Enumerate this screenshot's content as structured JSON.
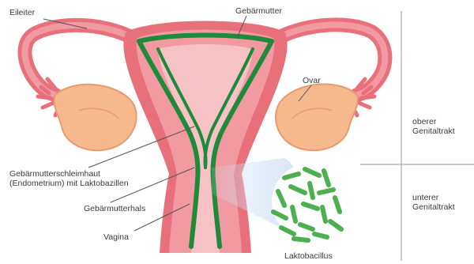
{
  "labels": {
    "fallopian_tube": "Eileiter",
    "uterus": "Gebärmutter",
    "ovary": "Ovar",
    "endometrium_line1": "Gebärmutterschleimhaut",
    "endometrium_line2": "(Endometrium) mit Laktobazillen",
    "cervix": "Gebärmutterhals",
    "vagina": "Vagina",
    "lactobacillus": "Laktobacillus",
    "upper_tract_line1": "oberer",
    "upper_tract_line2": "Genitaltrakt",
    "lower_tract_line1": "unterer",
    "lower_tract_line2": "Genitaltrakt"
  },
  "colors": {
    "tissue_outer": "#e8707a",
    "tissue_mid": "#f29aa2",
    "tissue_inner": "#f7c2c5",
    "ovary": "#f6b98e",
    "endometrium_green": "#1f8a3a",
    "bacteria_green": "#4caf50",
    "magnifier_blue": "#cfe0f3",
    "divider": "#9a9a9a"
  }
}
